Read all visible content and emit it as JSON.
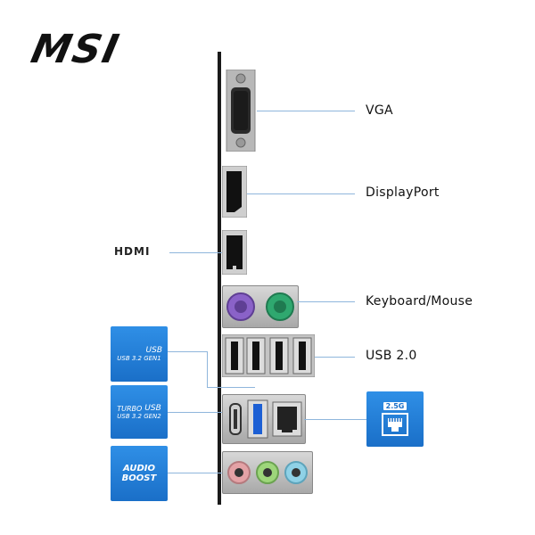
{
  "brand": {
    "logo": "MSI"
  },
  "ports": {
    "vga": "VGA",
    "displayport": "DisplayPort",
    "keyboard_mouse": "Keyboard/Mouse",
    "usb20": "USB 2.0"
  },
  "badges": {
    "hdmi_logo": "HDMI",
    "usb32gen1_top": "USB",
    "usb32gen1_bottom": "USB 3.2 GEN1",
    "turbo_prefix": "TURBO",
    "usb32gen2_top": "USB",
    "usb32gen2_bottom": "USB 3.2 GEN2",
    "audio_boost": [
      "AUDIO",
      "BOOST"
    ],
    "lan_speed": "2.5G"
  },
  "colors": {
    "badge_blue": "#1f7fd9",
    "leader_line": "#8fb6dc",
    "ps2_purple": "#8a62c8",
    "ps2_green": "#2fa86f",
    "usb3_blue": "#1c5fd4",
    "audio_pink": "#e4a2a6",
    "audio_green": "#9dd67a",
    "audio_blue": "#8fd1e6"
  }
}
